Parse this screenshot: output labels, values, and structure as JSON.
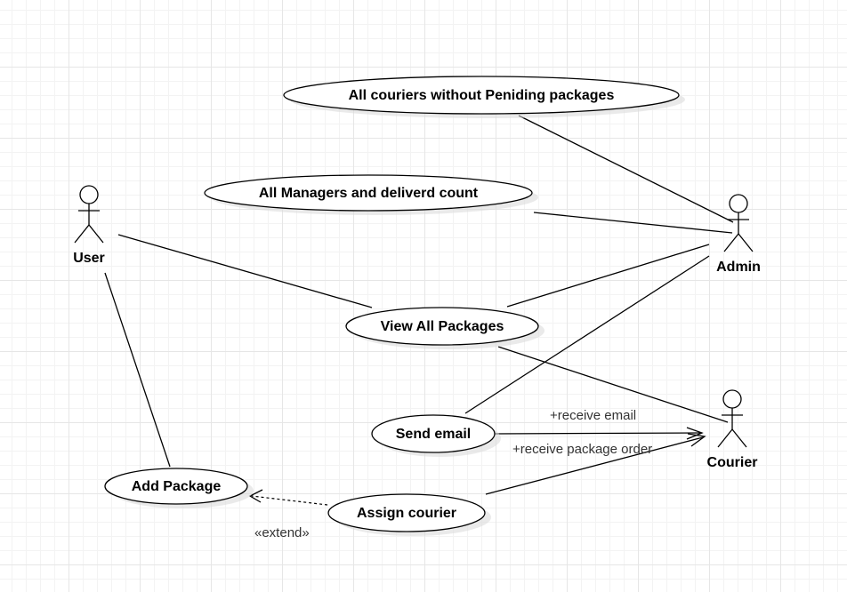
{
  "actors": {
    "user": "User",
    "admin": "Admin",
    "courier": "Courier"
  },
  "use_cases": {
    "all_couriers": "All couriers without Peniding packages",
    "all_managers": "All Managers and deliverd count",
    "view_all_packages": "View All Packages",
    "send_email": "Send email",
    "add_package": "Add Package",
    "assign_courier": "Assign courier"
  },
  "relations": {
    "receive_email": "+receive email",
    "receive_package_order": "+receive package order",
    "extend": "«extend»"
  },
  "colors": {
    "stroke": "#000000",
    "ellipse_fill": "#ffffff",
    "grid": "#e6e6e6",
    "label_text": "#333333"
  }
}
